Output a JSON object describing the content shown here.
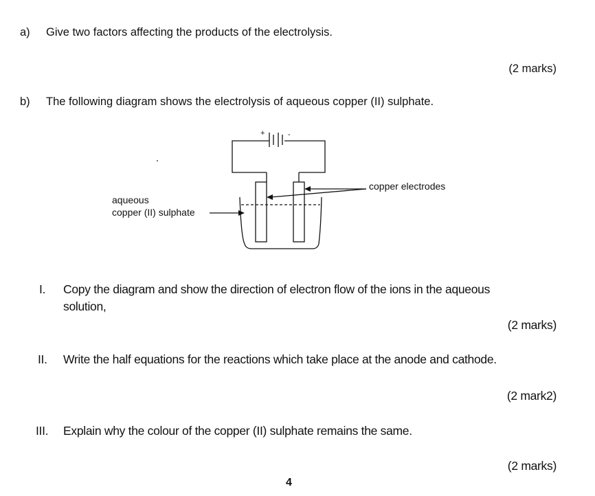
{
  "question_a": {
    "label": "a)",
    "text": "Give two factors affecting the products of the electrolysis.",
    "marks": "(2 marks)"
  },
  "question_b": {
    "label": "b)",
    "text": "The following diagram shows the electrolysis of aqueous copper (II) sulphate.",
    "diagram": {
      "battery_plus": "+",
      "battery_minus": "-",
      "label_electrodes": "copper electrodes",
      "label_solution_line1": "aqueous",
      "label_solution_line2": "copper (II) sulphate"
    },
    "parts": [
      {
        "label": "I.",
        "text_line1": "Copy the diagram and show the direction of electron flow of the ions in the aqueous",
        "text_line2": "solution,",
        "marks": "(2 marks)"
      },
      {
        "label": "II.",
        "text_line1": "Write the half equations for the reactions which take place at the anode and cathode.",
        "marks": "(2 mark2)"
      },
      {
        "label": "III.",
        "text_line1": "Explain why the colour of the copper (II) sulphate remains the same.",
        "marks": "(2 marks)"
      }
    ]
  },
  "page_number": "4"
}
